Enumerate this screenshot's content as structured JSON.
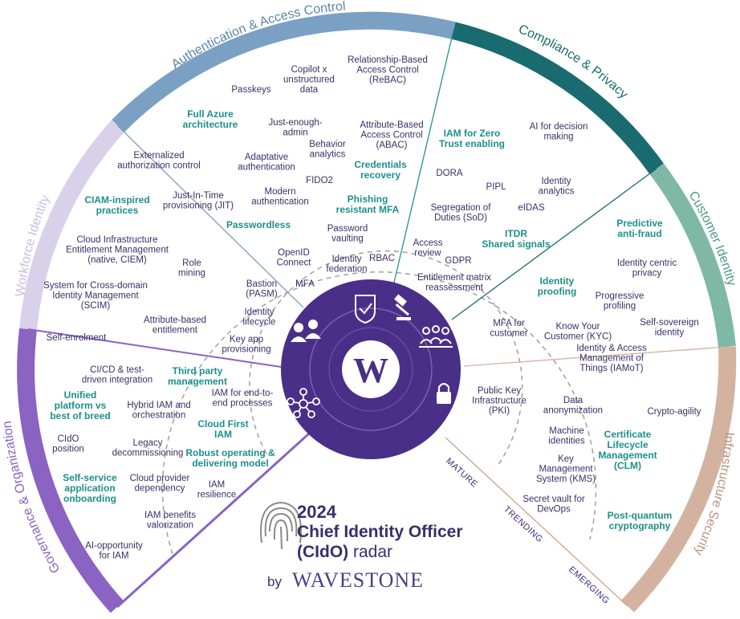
{
  "colors": {
    "authentication": "#7aa0c4",
    "compliance": "#1a6b70",
    "customer": "#7fb9a6",
    "infrastructure": "#d3b3a0",
    "governance": "#8a63c3",
    "workforce": "#d9d0ea",
    "core": "#4a2f88",
    "highlight": "#1d8f8a",
    "text": "#3a2f66"
  },
  "sectors": [
    {
      "key": "auth",
      "title": "Authentication & Access Control"
    },
    {
      "key": "comp",
      "title": "Compliance & Privacy"
    },
    {
      "key": "cust",
      "title": "Customer Identity"
    },
    {
      "key": "infra",
      "title": "Infrastructure Security"
    },
    {
      "key": "gov",
      "title": "Governance & Organization"
    },
    {
      "key": "work",
      "title": "Workforce Identity"
    }
  ],
  "rings": {
    "mature": "MATURE",
    "trending": "TRENDING",
    "emerging": "EMERGING"
  },
  "brand": {
    "year": "2024",
    "title": "Chief Identity Officer",
    "subtitle_bold": "(CIdO)",
    "subtitle_rest": " radar",
    "by": "by",
    "logo": "WAVESTONE",
    "center_logo": "W"
  },
  "items": [
    {
      "id": "passkeys",
      "lines": [
        "Passkeys"
      ],
      "hl": false
    },
    {
      "id": "copilot",
      "lines": [
        "Copilot x",
        "unstructured",
        "data"
      ],
      "hl": false
    },
    {
      "id": "rebac",
      "lines": [
        "Relationship-Based",
        "Access Control",
        "(ReBAC)"
      ],
      "hl": false
    },
    {
      "id": "full-azure",
      "lines": [
        "Full Azure",
        "architecture"
      ],
      "hl": true
    },
    {
      "id": "jea",
      "lines": [
        "Just-enough-",
        "admin"
      ],
      "hl": false
    },
    {
      "id": "abac",
      "lines": [
        "Attribute-Based",
        "Access Control",
        "(ABAC)"
      ],
      "hl": false
    },
    {
      "id": "behavior",
      "lines": [
        "Behavior",
        "analytics"
      ],
      "hl": false
    },
    {
      "id": "adaptative",
      "lines": [
        "Adaptative",
        "authentication"
      ],
      "hl": false
    },
    {
      "id": "cred-recovery",
      "lines": [
        "Credentials",
        "recovery"
      ],
      "hl": true
    },
    {
      "id": "fido2",
      "lines": [
        "FIDO2"
      ],
      "hl": false
    },
    {
      "id": "modern-auth",
      "lines": [
        "Modern",
        "authentication"
      ],
      "hl": false
    },
    {
      "id": "phishing-mfa",
      "lines": [
        "Phishing",
        "resistant MFA"
      ],
      "hl": true
    },
    {
      "id": "passwordless",
      "lines": [
        "Passwordless"
      ],
      "hl": true
    },
    {
      "id": "pwd-vault",
      "lines": [
        "Password",
        "vaulting"
      ],
      "hl": false
    },
    {
      "id": "openid",
      "lines": [
        "OpenID",
        "Connect"
      ],
      "hl": false
    },
    {
      "id": "id-federation",
      "lines": [
        "Identity",
        "federation"
      ],
      "hl": false
    },
    {
      "id": "rbac",
      "lines": [
        "RBAC"
      ],
      "hl": false
    },
    {
      "id": "pasm",
      "lines": [
        "Bastion",
        "(PASM)"
      ],
      "hl": false
    },
    {
      "id": "mfa",
      "lines": [
        "MFA"
      ],
      "hl": false
    },
    {
      "id": "id-lifecycle",
      "lines": [
        "Identity",
        "lifecycle"
      ],
      "hl": false
    },
    {
      "id": "key-app",
      "lines": [
        "Key app",
        "provisioning"
      ],
      "hl": false
    },
    {
      "id": "iam-zt",
      "lines": [
        "IAM for Zero",
        "Trust enabling"
      ],
      "hl": true
    },
    {
      "id": "ai-decision",
      "lines": [
        "AI for decision",
        "making"
      ],
      "hl": false
    },
    {
      "id": "dora",
      "lines": [
        "DORA"
      ],
      "hl": false
    },
    {
      "id": "pipl",
      "lines": [
        "PIPL"
      ],
      "hl": false
    },
    {
      "id": "id-analytics",
      "lines": [
        "Identity",
        "analytics"
      ],
      "hl": false
    },
    {
      "id": "sod",
      "lines": [
        "Segregation of",
        "Duties (SoD)"
      ],
      "hl": false
    },
    {
      "id": "eidas",
      "lines": [
        "eIDAS"
      ],
      "hl": false
    },
    {
      "id": "itdr",
      "lines": [
        "ITDR",
        "Shared signals"
      ],
      "hl": true
    },
    {
      "id": "access-review",
      "lines": [
        "Access",
        "review"
      ],
      "hl": false
    },
    {
      "id": "gdpr",
      "lines": [
        "GDPR"
      ],
      "hl": false
    },
    {
      "id": "entitlement-matrix",
      "lines": [
        "Entitlement matrix",
        "reassessment"
      ],
      "hl": false
    },
    {
      "id": "predictive",
      "lines": [
        "Predictive",
        "anti-fraud"
      ],
      "hl": true
    },
    {
      "id": "idcentric",
      "lines": [
        "Identity centric",
        "privacy"
      ],
      "hl": false
    },
    {
      "id": "idproofing",
      "lines": [
        "Identity",
        "proofing"
      ],
      "hl": true
    },
    {
      "id": "progressive",
      "lines": [
        "Progressive",
        "profiling"
      ],
      "hl": false
    },
    {
      "id": "selfsov",
      "lines": [
        "Self-sovereign",
        "identity"
      ],
      "hl": false
    },
    {
      "id": "mfa-cust",
      "lines": [
        "MFA for",
        "customer"
      ],
      "hl": false
    },
    {
      "id": "kyc",
      "lines": [
        "Know Your",
        "Customer (KYC)"
      ],
      "hl": false
    },
    {
      "id": "iamot",
      "lines": [
        "Identity & Access",
        "Management of",
        "Things (IAMoT)"
      ],
      "hl": false
    },
    {
      "id": "crypto-agility",
      "lines": [
        "Crypto-agility"
      ],
      "hl": false
    },
    {
      "id": "data-anon",
      "lines": [
        "Data",
        "anonymization"
      ],
      "hl": false
    },
    {
      "id": "pki",
      "lines": [
        "Public Key",
        "Infrastructure",
        "(PKI)"
      ],
      "hl": false
    },
    {
      "id": "machine-id",
      "lines": [
        "Machine",
        "identities"
      ],
      "hl": false
    },
    {
      "id": "clm",
      "lines": [
        "Certificate",
        "Lifecycle",
        "Management",
        "(CLM)"
      ],
      "hl": true
    },
    {
      "id": "kms",
      "lines": [
        "Key",
        "Management",
        "System (KMS)"
      ],
      "hl": false
    },
    {
      "id": "secret-vault",
      "lines": [
        "Secret vault for",
        "DevOps"
      ],
      "hl": false
    },
    {
      "id": "pq-crypto",
      "lines": [
        "Post-quantum",
        "cryptography"
      ],
      "hl": true
    },
    {
      "id": "ext-authz",
      "lines": [
        "Externalized",
        "authorization  control"
      ],
      "hl": false
    },
    {
      "id": "ciam-inspired",
      "lines": [
        "CIAM-inspired",
        "practices"
      ],
      "hl": true
    },
    {
      "id": "jit",
      "lines": [
        "Just-In-Time",
        "provisioning  (JIT)"
      ],
      "hl": false
    },
    {
      "id": "ciem",
      "lines": [
        "Cloud Infrastructure",
        "Entitlement  Management",
        "(native, CIEM)"
      ],
      "hl": false
    },
    {
      "id": "role-mining",
      "lines": [
        "Role",
        "mining"
      ],
      "hl": false
    },
    {
      "id": "scim",
      "lines": [
        "System for Cross-domain",
        "Identity  Management",
        "(SCIM)"
      ],
      "hl": false
    },
    {
      "id": "attr-entitlement",
      "lines": [
        "Attribute-based",
        "entitlement"
      ],
      "hl": false
    },
    {
      "id": "self-enrol",
      "lines": [
        "Self-enrolment"
      ],
      "hl": false
    },
    {
      "id": "cicd",
      "lines": [
        "CI/CD & test-",
        "driven integration"
      ],
      "hl": false
    },
    {
      "id": "third-party",
      "lines": [
        "Third party",
        "management"
      ],
      "hl": true
    },
    {
      "id": "unified",
      "lines": [
        "Unified",
        "platform  vs",
        "best of breed"
      ],
      "hl": true
    },
    {
      "id": "hybrid-iam",
      "lines": [
        "Hybrid IAM and",
        "orchestration"
      ],
      "hl": false
    },
    {
      "id": "iam-e2e",
      "lines": [
        "IAM for end-to-",
        "end processes"
      ],
      "hl": false
    },
    {
      "id": "cido-pos",
      "lines": [
        "CIdO",
        "position"
      ],
      "hl": false
    },
    {
      "id": "legacy",
      "lines": [
        "Legacy",
        "decommissioning"
      ],
      "hl": false
    },
    {
      "id": "cloud-first",
      "lines": [
        "Cloud First",
        "IAM"
      ],
      "hl": true
    },
    {
      "id": "robust",
      "lines": [
        "Robust operating &",
        "delivering model"
      ],
      "hl": true
    },
    {
      "id": "self-service",
      "lines": [
        "Self-service",
        "application",
        "onboarding"
      ],
      "hl": true
    },
    {
      "id": "cloud-provider",
      "lines": [
        "Cloud provider",
        "dependency"
      ],
      "hl": false
    },
    {
      "id": "iam-resil",
      "lines": [
        "IAM",
        "resilience"
      ],
      "hl": false
    },
    {
      "id": "iam-benefits",
      "lines": [
        "IAM benefits",
        "valorization"
      ],
      "hl": false
    },
    {
      "id": "ai-opportunity",
      "lines": [
        "AI-opportunity",
        "for IAM"
      ],
      "hl": false
    }
  ]
}
